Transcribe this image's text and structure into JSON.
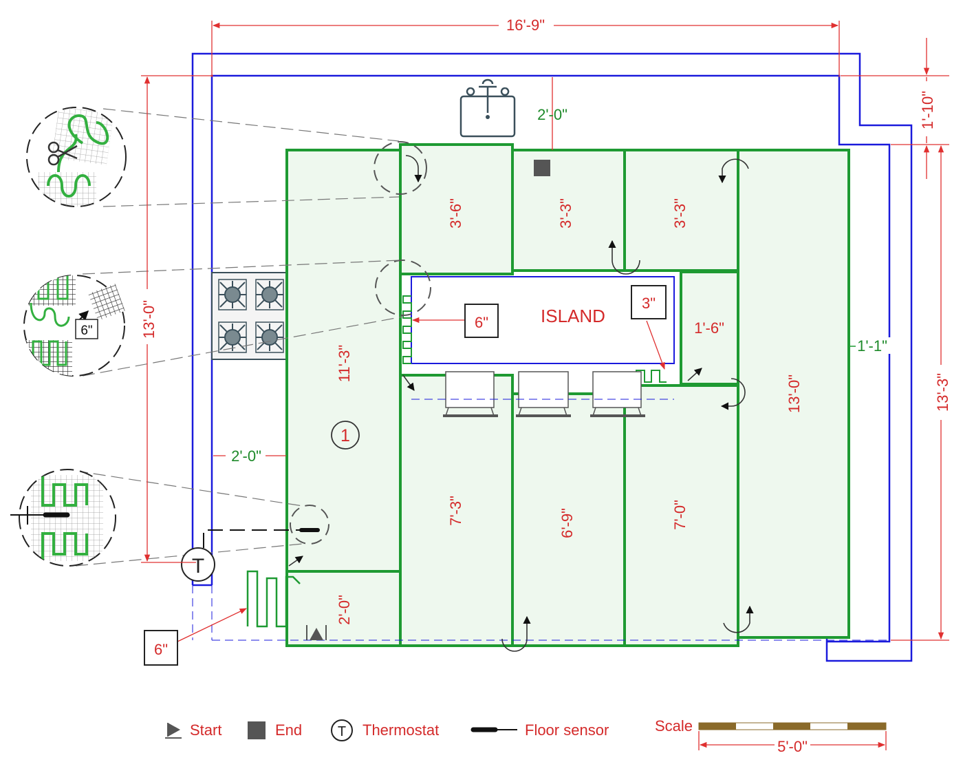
{
  "plan": {
    "overall_width": "16'-9\"",
    "overall_height_left": "13'-0\"",
    "overall_height_right": "13'-3\"",
    "right_offset": "1'-10\"",
    "sink_clearance": "2'-0\"",
    "left_clearance": "2'-0\"",
    "right_gap": "1'-1\"",
    "island_label": "ISLAND",
    "island_gap": "6\"",
    "island_gap_right": "3\"",
    "corner_gap": "6\"",
    "mat_number": "1",
    "zoom_gap": "6\"",
    "thermostat_letter": "T",
    "strips": [
      "11'-3\"",
      "3'-6\"",
      "3'-3\"",
      "3'-3\"",
      "1'-6\"",
      "13'-0\"",
      "7'-3\"",
      "6'-9\"",
      "7'-0\"",
      "2'-0\""
    ]
  },
  "legend": {
    "start": "Start",
    "end": "End",
    "thermostat_letter": "T",
    "thermostat": "Thermostat",
    "sensor": "Floor sensor",
    "scale": "Scale",
    "scale_length": "5'-0\""
  },
  "colors": {
    "wall": "#1a1adc",
    "mat": "#1e9a32",
    "dimension": "#e03030",
    "icon": "#3a4f5a"
  }
}
